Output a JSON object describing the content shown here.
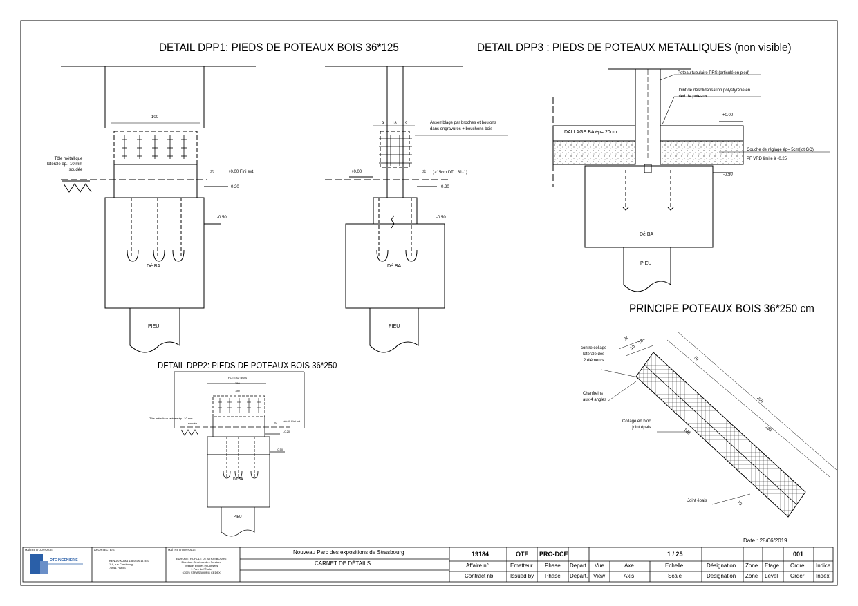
{
  "titles": {
    "dpp1": "DETAIL DPP1: PIEDS DE POTEAUX BOIS 36*125",
    "dpp2": "DETAIL DPP2: PIEDS DE POTEAUX BOIS 36*250",
    "dpp3": "DETAIL DPP3 : PIEDS DE POTEAUX METALLIQUES (non visible)",
    "principe": "PRINCIPE POTEAUX BOIS 36*250 cm"
  },
  "dpp1": {
    "dim_width": "100",
    "tole_label": "Tôle métallique\nlatérale ép.: 10 mm\nsoudée",
    "dim_20": "20",
    "fini_level": "+0.00  Fini ext.",
    "level_020": "-0.20",
    "level_050": "-0.50",
    "de_ba": "Dé BA",
    "pieu": "PIEU"
  },
  "dpp1b": {
    "dims_top": [
      "9",
      "18",
      "9"
    ],
    "assemblage": "Assemblage par broches et boulons\ndans engravures + bouchons bois",
    "level_000": "+0.00",
    "dim_20": "20",
    "dtu": "(>15cm DTU 31-1)",
    "level_020": "-0.20",
    "level_050": "-0.50",
    "de_ba": "Dé BA",
    "pieu": "PIEU"
  },
  "dpp2": {
    "poteau_bois": "POTEAU BOIS",
    "dim_250": "250",
    "dim_180": "180",
    "tole": "Tôle métallique latérale ép.: 10 mm",
    "soudee": "soudée",
    "fini": "+0.00  Fini ext.",
    "dim_20": "20",
    "level_020": "-0.20",
    "level_050": "-0.50",
    "de_ba": "Dé BA",
    "pieu": "PIEU"
  },
  "dpp3": {
    "poteau_tubulaire": "Poteau tubulaire PRS (articulé en pied)",
    "joint": "Joint de désolidarisation polystyrène en\npied de poteaux",
    "level_000": "+0.00",
    "dallage": "DALLAGE BA  ép= 20cm",
    "couche": "Couche de réglage ép= 5cm(lot GO)",
    "pf_vrd": "PF VRD limite à -0.25",
    "level_050": "-0.50",
    "de_ba": "Dé BA",
    "pieu": "PIEU"
  },
  "principe": {
    "contre_collage": "contre collage\nlatérale des\n2 éléments",
    "dims_top": [
      "36",
      "18",
      "18"
    ],
    "chanfreins": "Chanfreins\naux 4 angles",
    "collage": "Collage en bloc\njoint épais",
    "joint_epais": "Joint épais",
    "dim_70a": "70",
    "dim_250": "250",
    "dim_180a": "180",
    "dim_180b": "180",
    "dim_70b": "70"
  },
  "date": "Date :  28/06/2019",
  "title_block": {
    "label_moa": "MAÎTRE D'OUVRAGE",
    "label_archi": "ARCHITECTE(S)",
    "label_bet": "MAÎTRE D'OUVRAGE",
    "logo_name": "OTE INGÉNIERIE",
    "archi_lines": "KENGO KUMA & ASSOCIATES\n1-4, rue Cherbourg\n75011 PARIS",
    "moa_lines": "EUROMETROPOLE DE STRASBOURG\nDirection Générale des Services\nMission Études et Conseils\n1 Parc de l'Étoile\n67076 STRASBOURG CEDEX",
    "project": "Nouveau Parc des expositions de Strasbourg",
    "document": "CARNET DE DÉTAILS",
    "affaire": "19184",
    "emetteur": "OTE",
    "phase": "PRO-DCE",
    "echelle": "1 / 25",
    "indice": "001",
    "row_fr": [
      "Affaire n°",
      "Emetteur",
      "Phase",
      "Depart.",
      "Vue",
      "Axe",
      "Echelle",
      "Désignation",
      "Zone",
      "Etage",
      "Ordre",
      "Indice"
    ],
    "row_en": [
      "Contract nb.",
      "Issued by",
      "Phase",
      "Depart.",
      "View",
      "Axis",
      "Scale",
      "Designation",
      "Zone",
      "Level",
      "Order",
      "Index"
    ]
  }
}
